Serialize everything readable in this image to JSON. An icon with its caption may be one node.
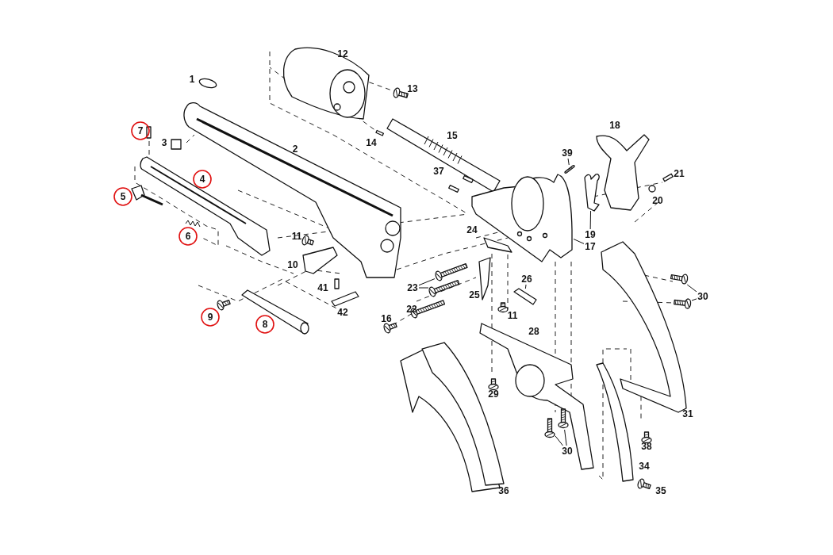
{
  "diagram": {
    "nodes": [
      {
        "text": [
          "39"
        ]
      },
      {
        "text": [],
        "shape": "picture"
      },
      {
        "text": [
          "19"
        ]
      },
      {
        "text": [],
        "shape": "picture"
      },
      {
        "text": [
          "17"
        ]
      },
      {
        "text": [],
        "shape": "picture"
      },
      {
        "text": [
          "26"
        ]
      },
      {
        "text": [],
        "shape": "picture"
      },
      {
        "text": [
          "23"
        ]
      },
      {
        "text": [],
        "shape": "picture"
      },
      {
        "text": [],
        "shape": "picture"
      },
      {
        "text": [
          "30"
        ]
      },
      {
        "text": [],
        "shape": "picture"
      },
      {
        "text": [],
        "shape": "picture"
      },
      {
        "text": [
          "30"
        ]
      },
      {
        "text": [],
        "shape": "picture"
      },
      {
        "text": [],
        "shape": "picture"
      }
    ],
    "edges": [
      {
        "from": 0,
        "to": 1,
        "arrow": "none"
      },
      {
        "from": 2,
        "to": 3,
        "arrow": "none"
      },
      {
        "from": 4,
        "to": 5,
        "arrow": "none"
      },
      {
        "from": 6,
        "to": 7,
        "arrow": "none"
      },
      {
        "from": 8,
        "to": 9,
        "arrow": "none"
      },
      {
        "from": 8,
        "to": 10,
        "arrow": "none"
      },
      {
        "from": 11,
        "to": 12,
        "arrow": "none"
      },
      {
        "from": 11,
        "to": 13,
        "arrow": "none"
      },
      {
        "from": 14,
        "to": 15,
        "arrow": "none"
      },
      {
        "from": 14,
        "to": 16,
        "arrow": "none"
      }
    ],
    "labels": [
      "12",
      "1",
      "13",
      "7",
      "3",
      "2",
      "14",
      "15",
      "18",
      "37",
      "21",
      "4",
      "5",
      "20",
      "24",
      "6",
      "11",
      "10",
      "25",
      "41",
      "42",
      "9",
      "8",
      "11",
      "22",
      "16",
      "28",
      "29",
      "31",
      "38",
      "34",
      "35",
      "36"
    ]
  }
}
